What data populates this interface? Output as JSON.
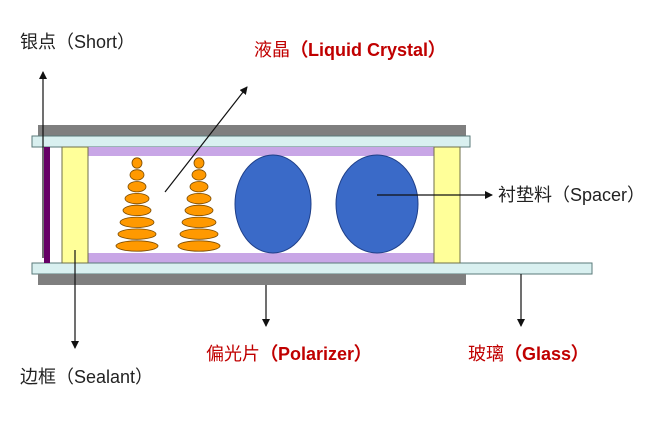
{
  "labels": {
    "short_zh": "银点",
    "short_en": "（Short）",
    "liquid_crystal_zh": "液晶",
    "liquid_crystal_en": "（Liquid Crystal）",
    "spacer_zh": "衬垫料",
    "spacer_en": "（Spacer）",
    "sealant_zh": "边框",
    "sealant_en": "（Sealant）",
    "polarizer_zh": "偏光片",
    "polarizer_en": "（Polarizer）",
    "glass_zh": "玻璃",
    "glass_en": "（Glass）"
  },
  "colors": {
    "polarizer": "#7f7f7f",
    "glass": "#d9f0f0",
    "alignment_layer": "#c8a6e6",
    "sealant": "#ffff99",
    "short_dot": "#660066",
    "liquid_crystal": "#ff9900",
    "spacer_ball": "#3a6ac8",
    "label_black": "#222222",
    "label_red": "#c00000"
  }
}
